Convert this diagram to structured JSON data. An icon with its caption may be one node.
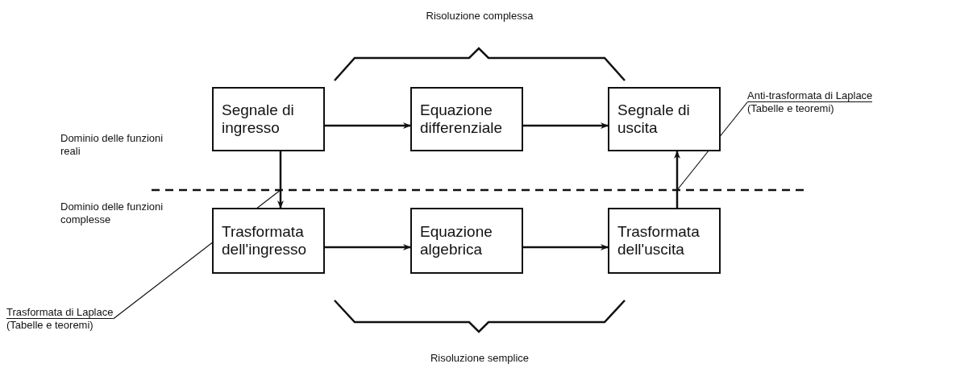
{
  "diagram": {
    "nodes": [
      {
        "text": [
          "Segnale di ingresso"
        ]
      },
      {
        "text": [
          "Equazione differenziale"
        ]
      },
      {
        "text": [
          "Segnale di uscita"
        ]
      },
      {
        "text": [
          "Trasformata dell'ingresso"
        ]
      },
      {
        "text": [
          "Equazione algebrica"
        ]
      },
      {
        "text": [
          "Trasformata dell'uscita"
        ]
      },
      {
        "text": [
          "Anti-trasformata di Laplace",
          "(Tabelle e teoremi)"
        ]
      },
      {
        "text": [
          "Trasformata di Laplace",
          "(Tabelle e teoremi)"
        ]
      }
    ],
    "edges": [
      {
        "from": 0,
        "to": 1,
        "arrow": "to"
      },
      {
        "from": 1,
        "to": 2,
        "arrow": "to"
      },
      {
        "from": 0,
        "to": 3,
        "arrow": "to"
      },
      {
        "from": 3,
        "to": 4,
        "arrow": "to"
      },
      {
        "from": 4,
        "to": 5,
        "arrow": "to"
      },
      {
        "from": 5,
        "to": 2,
        "arrow": "to"
      },
      {
        "from": 6,
        "to": null,
        "arrow": "none"
      },
      {
        "from": 7,
        "to": null,
        "arrow": "none"
      }
    ],
    "labels": [
      "Risoluzione complessa",
      "Dominio delle funzioni reali",
      "Dominio delle funzioni complesse",
      "Risoluzione semplice"
    ]
  }
}
